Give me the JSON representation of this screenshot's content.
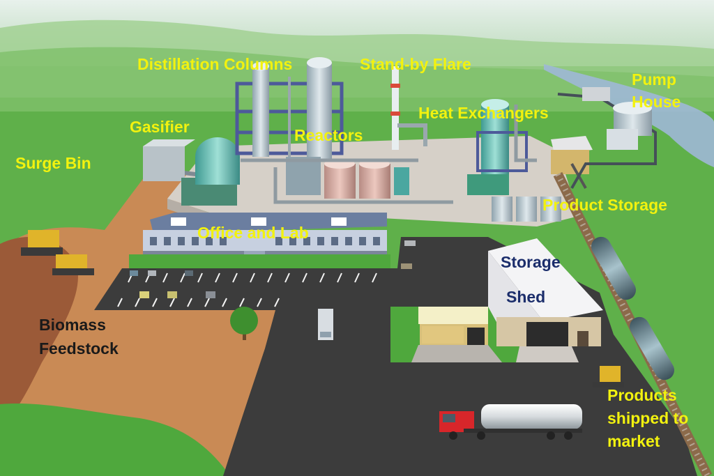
{
  "labels": {
    "distillation_columns": "Distillation Columns",
    "standby_flare": "Stand-by Flare",
    "pump_house_line1": "Pump",
    "pump_house_line2": "House",
    "gasifier": "Gasifier",
    "heat_exchangers": "Heat Exchangers",
    "reactors": "Reactors",
    "surge_bin": "Surge Bin",
    "product_storage": "Product Storage",
    "office_and_lab": "Office and Lab",
    "storage_shed_line1": "Storage",
    "storage_shed_line2": "Shed",
    "biomass_line1": "Biomass",
    "biomass_line2": "Feedstock",
    "products_shipped_line1": "Products",
    "products_shipped_line2": "shipped to",
    "products_shipped_line3": "market"
  },
  "colors": {
    "label_yellow": "#f2f20f",
    "label_dark": "#1a1a1a",
    "label_navy": "#1b2d6b",
    "grass": "#5fb04a",
    "asphalt": "#3c3c3c",
    "dirt": "#c98a55",
    "pad": "#d6d0c8",
    "truck_red": "#d8262a"
  }
}
